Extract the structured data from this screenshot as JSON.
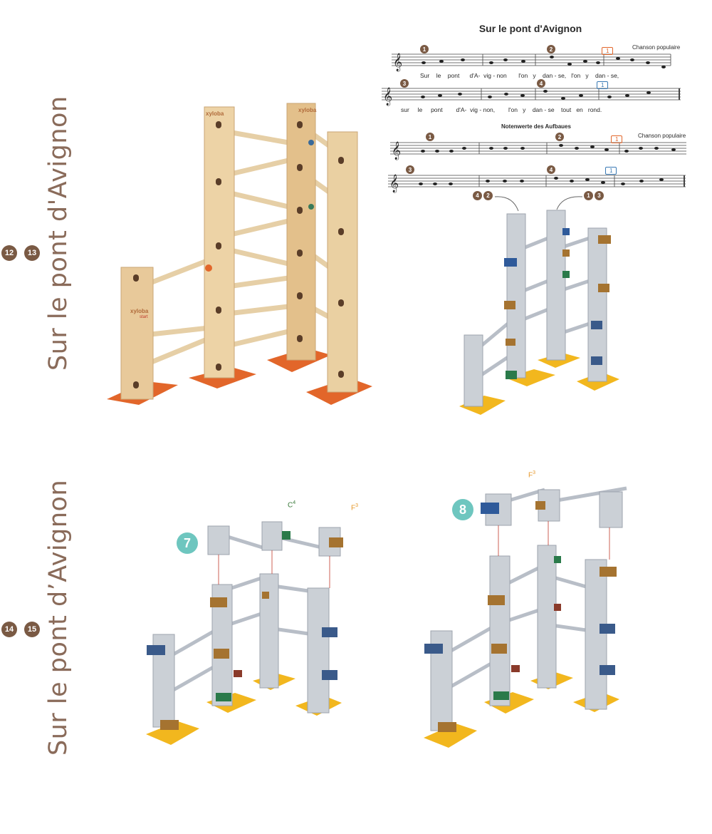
{
  "pages": {
    "top": {
      "title": "Sur le pont d'Avignon",
      "numbers": [
        "12",
        "13"
      ]
    },
    "bottom": {
      "title": "Sur le pont d’Avignon",
      "numbers": [
        "14",
        "15"
      ]
    }
  },
  "score": {
    "title": "Sur le pont d'Avignon",
    "composer": "Chanson populaire",
    "line1_lyrics": [
      "Sur",
      "le",
      "pont",
      "d'A",
      "-",
      "vig",
      "-",
      "non",
      "l'on",
      "y",
      "dan",
      "-",
      "se,",
      "l'on",
      "y",
      "dan",
      "-",
      "se,"
    ],
    "line2_lyrics": [
      "sur",
      "le",
      "pont",
      "d'A",
      "-",
      "vig",
      "-",
      "non,",
      "l'on",
      "y",
      "dan",
      "-",
      "se",
      "tout",
      "en",
      "rond."
    ],
    "markers": [
      "1",
      "2",
      "3",
      "4"
    ],
    "repeat_labels": [
      "1",
      "1"
    ]
  },
  "aufbau": {
    "title": "Notenwerte des Aufbaues",
    "composer": "Chanson populaire",
    "arrow_left": [
      "4",
      "2"
    ],
    "arrow_right": [
      "1",
      "3"
    ]
  },
  "brand": {
    "name": "xyloba",
    "start": "start"
  },
  "steps": [
    {
      "number": "7",
      "labels": [
        "C",
        "4",
        "F",
        "3"
      ]
    },
    {
      "number": "8",
      "labels": [
        "F",
        "3"
      ]
    }
  ],
  "colors": {
    "wood": "#e8c99a",
    "grey": "#c8ccd2",
    "base_orange": "#e2662a",
    "base_yellow": "#f2b71e",
    "teal": "#6ec6bf"
  }
}
